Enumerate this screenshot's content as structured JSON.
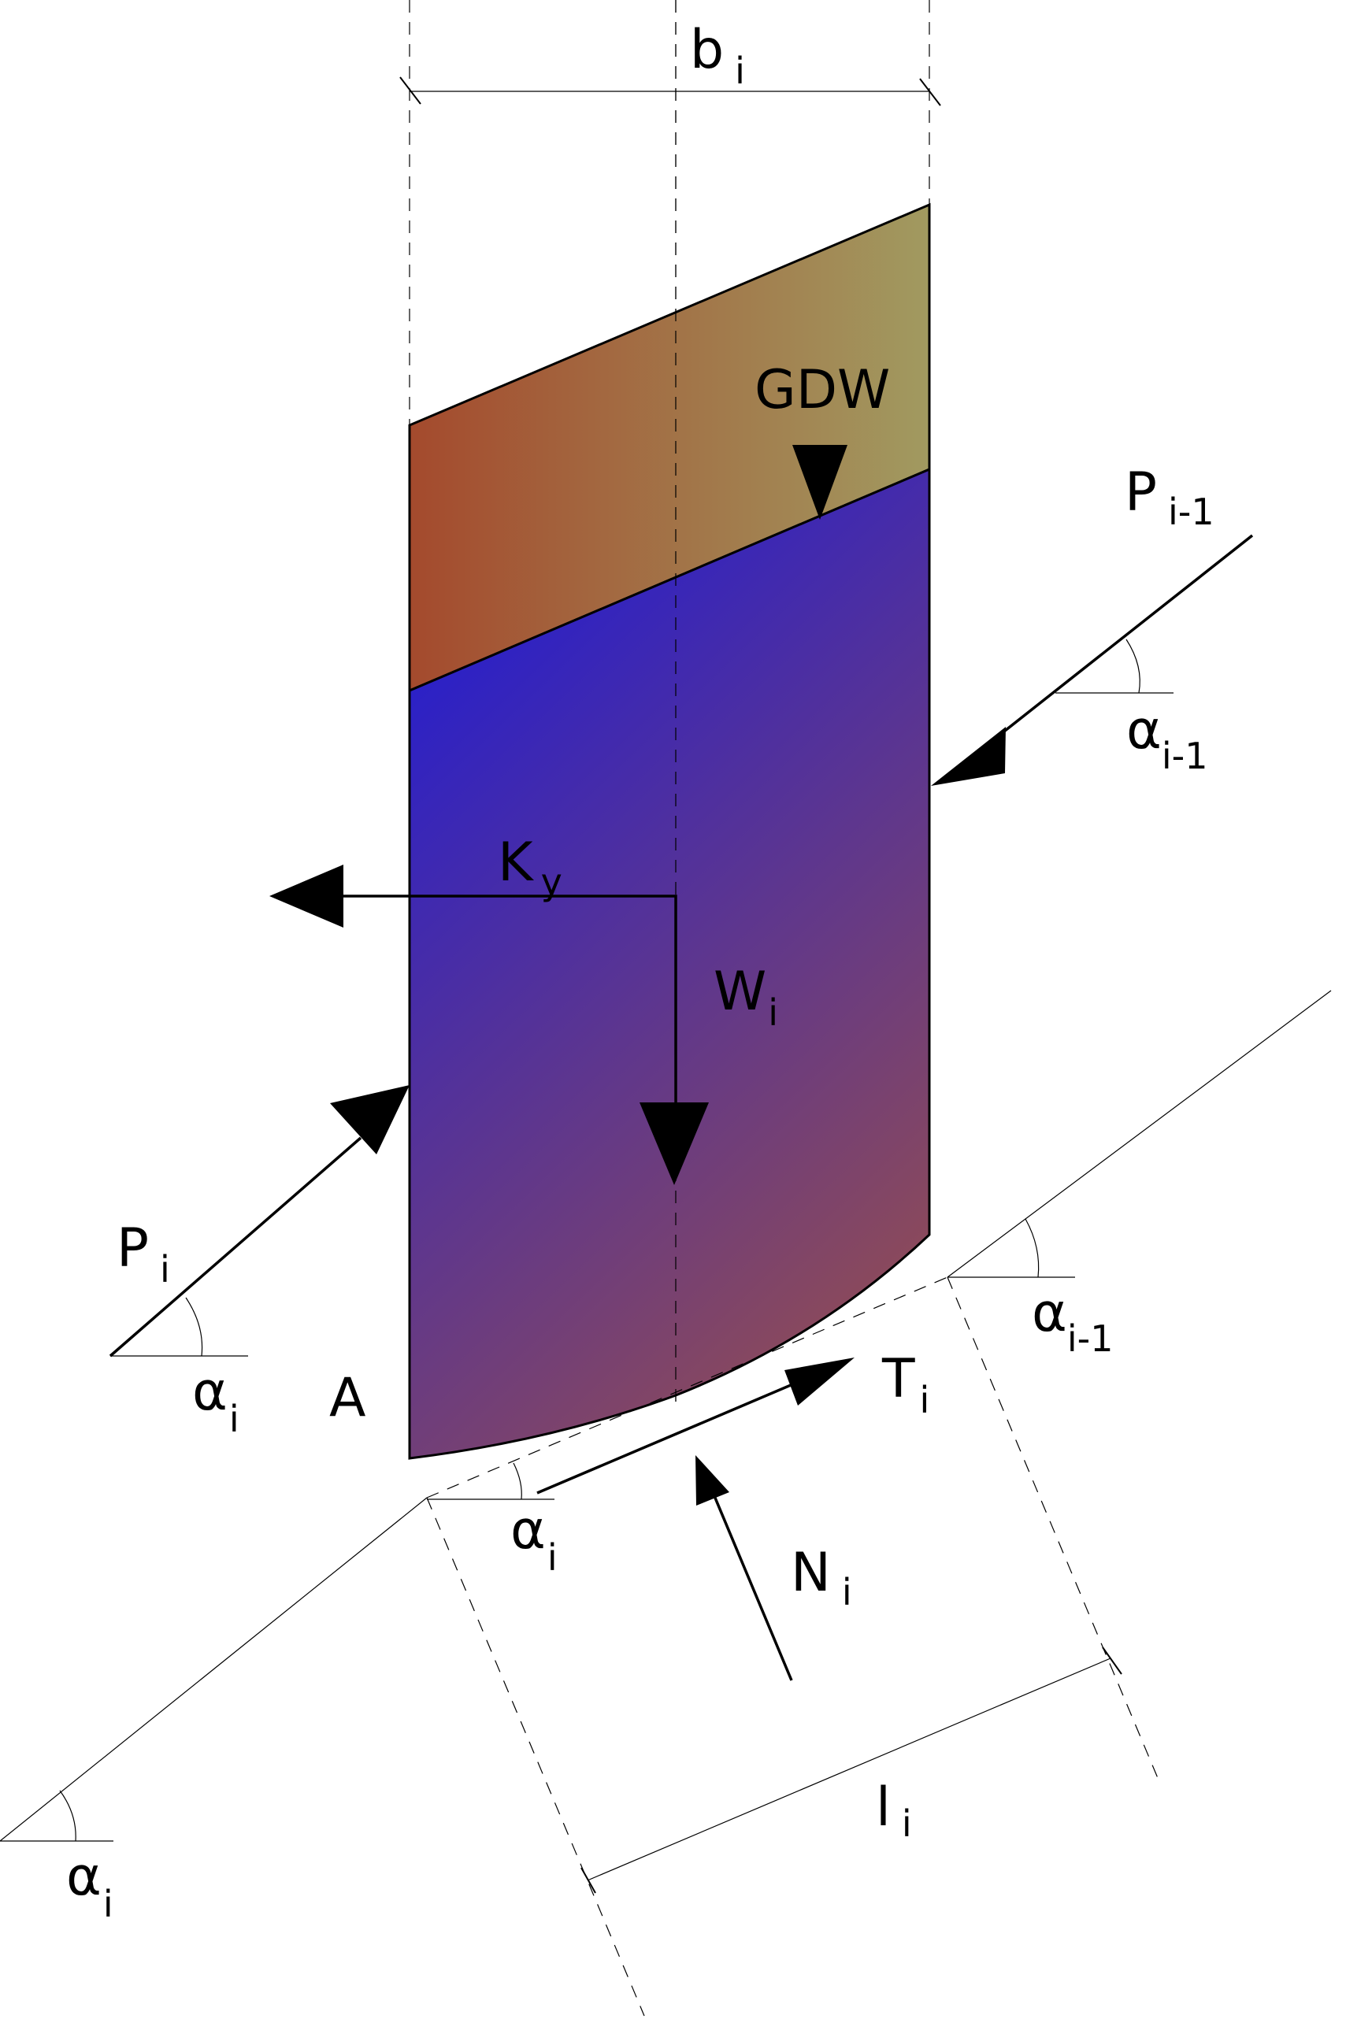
{
  "labels": {
    "bi": {
      "main": "b",
      "sub": "i"
    },
    "gdw": "GDW",
    "p_prev": {
      "main": "P",
      "sub": "i-1"
    },
    "alpha_prev_top": {
      "main": "α",
      "sub": "i-1"
    },
    "ky": {
      "main": "K",
      "sub": "y"
    },
    "wi": {
      "main": "W",
      "sub": "i"
    },
    "pi": {
      "main": "P",
      "sub": "i"
    },
    "alpha_left": {
      "main": "α",
      "sub": "i"
    },
    "a_point": "A",
    "alpha_prev_right": {
      "main": "α",
      "sub": "i-1"
    },
    "ti": {
      "main": "T",
      "sub": "i"
    },
    "alpha_base": {
      "main": "α",
      "sub": "i"
    },
    "ni": {
      "main": "N",
      "sub": "i"
    },
    "li": {
      "main": "l",
      "sub": "i"
    },
    "alpha_bottom": {
      "main": "α",
      "sub": "i"
    }
  },
  "colors": {
    "upper_left": "#a44a2d",
    "upper_right": "#a19a60",
    "lower_top": "#1c1ad8",
    "lower_bottom": "#8c4a5a"
  }
}
